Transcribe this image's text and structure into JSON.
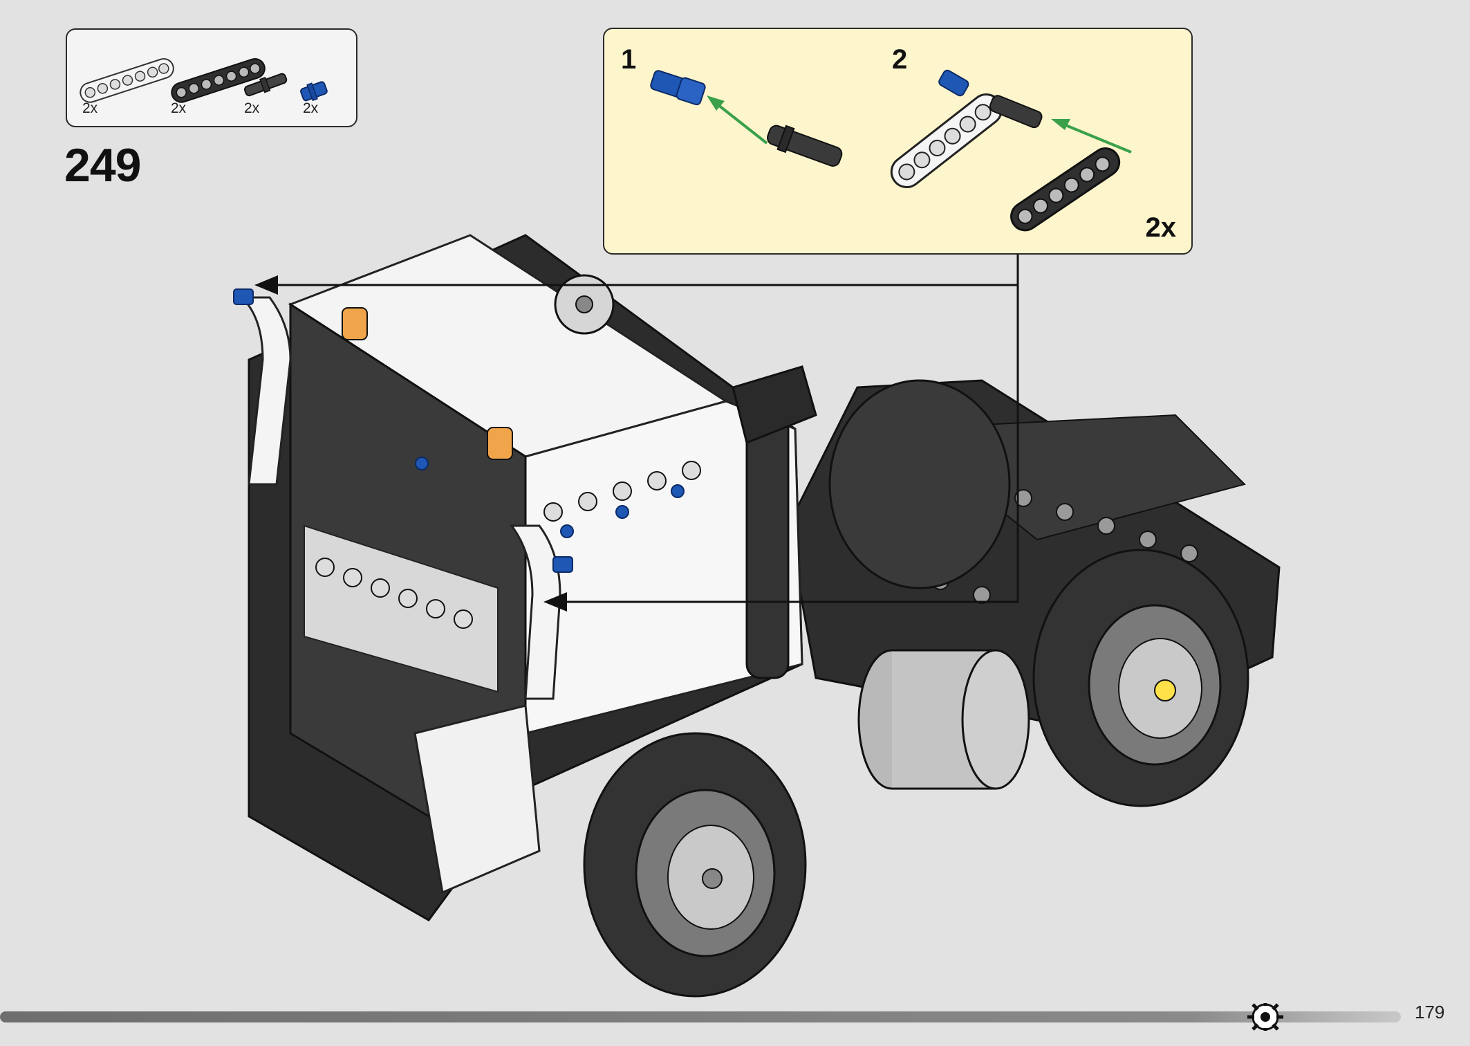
{
  "parts_list": {
    "items": [
      {
        "part": "white-liftarm-7",
        "color": "#f2f2f2",
        "quantity": "2x"
      },
      {
        "part": "black-liftarm-7",
        "color": "#2b2b2b",
        "quantity": "2x"
      },
      {
        "part": "black-axle-pin",
        "color": "#3a3a3a",
        "quantity": "2x"
      },
      {
        "part": "blue-pin",
        "color": "#1f57b5",
        "quantity": "2x"
      }
    ]
  },
  "step": {
    "number": "249"
  },
  "sub_assembly": {
    "background": "#fdf5cc",
    "steps": [
      {
        "number": "1"
      },
      {
        "number": "2"
      }
    ],
    "multiplier": "2x",
    "arrow_color": "#3aa14a"
  },
  "page": {
    "number": "179"
  },
  "icons": {
    "gear": "gear-icon"
  }
}
